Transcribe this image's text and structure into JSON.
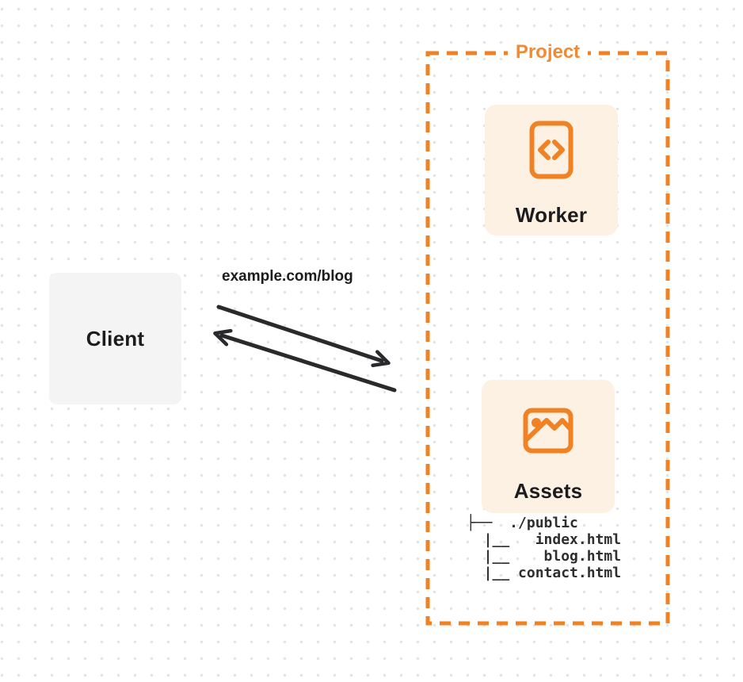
{
  "colors": {
    "accent_orange": "#f08224",
    "card_background": "#fdf1e3",
    "client_background": "#f4f4f5",
    "dark_text": "#1c1c1e",
    "arrow": "#2a2a2c",
    "dot_grid": "#e3e3e7"
  },
  "client": {
    "label": "Client"
  },
  "request": {
    "url_label": "example.com/blog"
  },
  "project": {
    "title": "Project",
    "worker": {
      "label": "Worker",
      "icon": "code-icon"
    },
    "assets": {
      "label": "Assets",
      "icon": "image-icon",
      "file_tree": "├──  ./public\n  |__   index.html\n  |__    blog.html\n  |__ contact.html"
    }
  }
}
